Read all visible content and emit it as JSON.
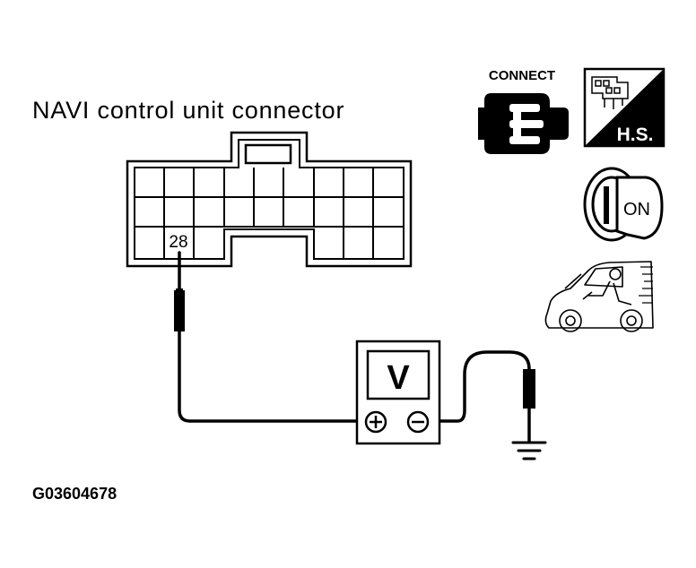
{
  "title": "NAVI control unit connector",
  "pin_label": "28",
  "meter_label": "V",
  "plus_symbol": "+",
  "minus_symbol": "−",
  "connect_label": "CONNECT",
  "hs_label": "H.S.",
  "ignition_label": "ON",
  "figure_id": "G03604678"
}
